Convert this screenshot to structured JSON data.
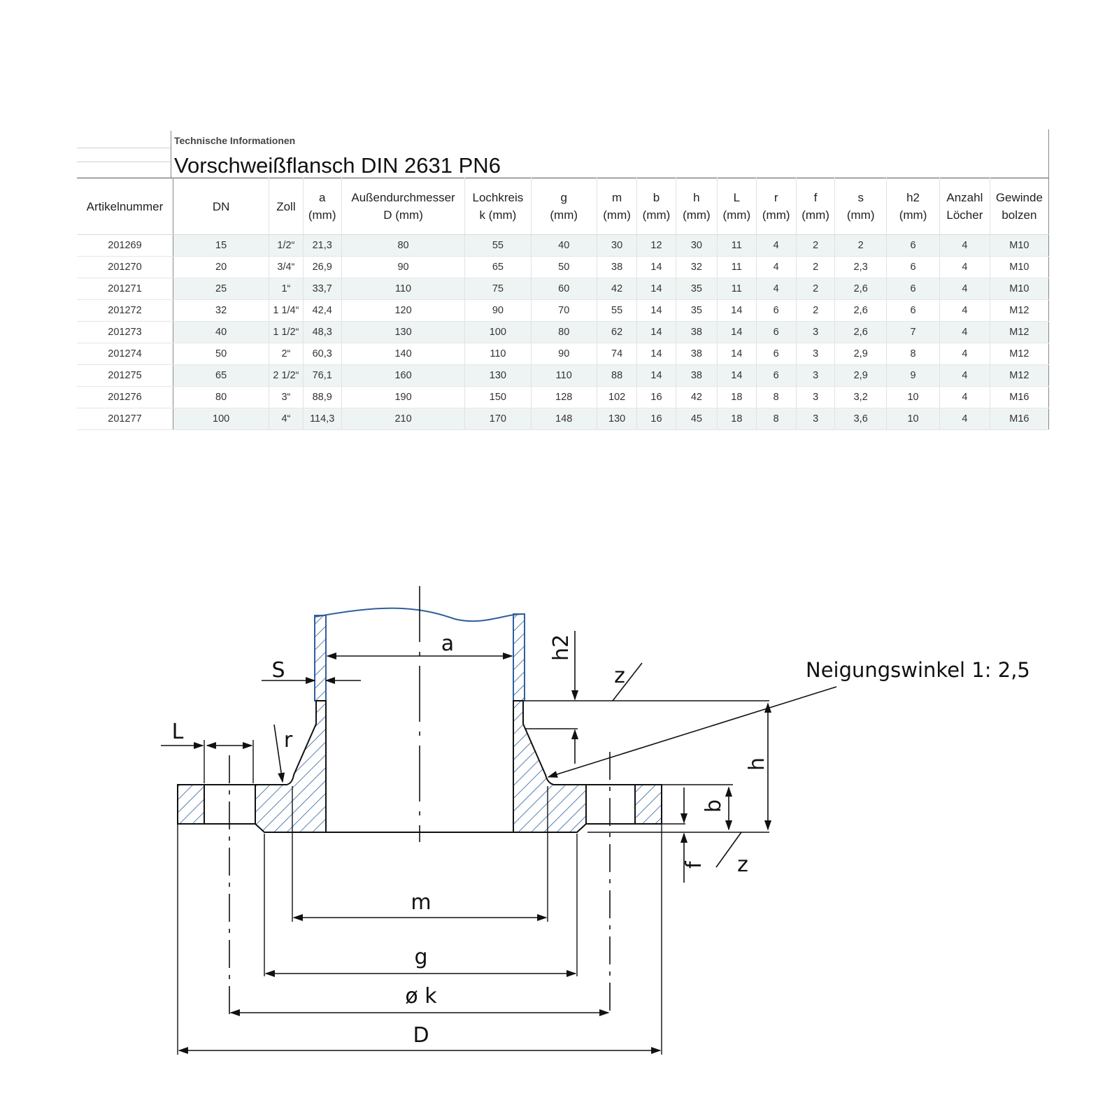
{
  "header": {
    "subtitle": "Technische Informationen",
    "title": "Vorschweißflansch DIN 2631 PN6"
  },
  "table": {
    "columns": [
      [
        "Artikelnummer"
      ],
      [
        "DN"
      ],
      [
        "Zoll"
      ],
      [
        "a",
        "(mm)"
      ],
      [
        "Außendurchmesser",
        "D (mm)"
      ],
      [
        "Lochkreis",
        "k (mm)"
      ],
      [
        "g",
        "(mm)"
      ],
      [
        "m",
        "(mm)"
      ],
      [
        "b",
        "(mm)"
      ],
      [
        "h",
        "(mm)"
      ],
      [
        "L",
        "(mm)"
      ],
      [
        "r",
        "(mm)"
      ],
      [
        "f",
        "(mm)"
      ],
      [
        "s",
        "(mm)"
      ],
      [
        "h2",
        "(mm)"
      ],
      [
        "Anzahl",
        "Löcher"
      ],
      [
        "Gewinde",
        "bolzen"
      ]
    ],
    "rows": [
      [
        "201269",
        "15",
        "1/2“",
        "21,3",
        "80",
        "55",
        "40",
        "30",
        "12",
        "30",
        "11",
        "4",
        "2",
        "2",
        "6",
        "4",
        "M10"
      ],
      [
        "201270",
        "20",
        "3/4“",
        "26,9",
        "90",
        "65",
        "50",
        "38",
        "14",
        "32",
        "11",
        "4",
        "2",
        "2,3",
        "6",
        "4",
        "M10"
      ],
      [
        "201271",
        "25",
        "1“",
        "33,7",
        "110",
        "75",
        "60",
        "42",
        "14",
        "35",
        "11",
        "4",
        "2",
        "2,6",
        "6",
        "4",
        "M10"
      ],
      [
        "201272",
        "32",
        "1 1/4“",
        "42,4",
        "120",
        "90",
        "70",
        "55",
        "14",
        "35",
        "14",
        "6",
        "2",
        "2,6",
        "6",
        "4",
        "M12"
      ],
      [
        "201273",
        "40",
        "1 1/2“",
        "48,3",
        "130",
        "100",
        "80",
        "62",
        "14",
        "38",
        "14",
        "6",
        "3",
        "2,6",
        "7",
        "4",
        "M12"
      ],
      [
        "201274",
        "50",
        "2“",
        "60,3",
        "140",
        "110",
        "90",
        "74",
        "14",
        "38",
        "14",
        "6",
        "3",
        "2,9",
        "8",
        "4",
        "M12"
      ],
      [
        "201275",
        "65",
        "2 1/2“",
        "76,1",
        "160",
        "130",
        "110",
        "88",
        "14",
        "38",
        "14",
        "6",
        "3",
        "2,9",
        "9",
        "4",
        "M12"
      ],
      [
        "201276",
        "80",
        "3“",
        "88,9",
        "190",
        "150",
        "128",
        "102",
        "16",
        "42",
        "18",
        "8",
        "3",
        "3,2",
        "10",
        "4",
        "M16"
      ],
      [
        "201277",
        "100",
        "4“",
        "114,3",
        "210",
        "170",
        "148",
        "130",
        "16",
        "45",
        "18",
        "8",
        "3",
        "3,6",
        "10",
        "4",
        "M16"
      ]
    ]
  },
  "drawing": {
    "labels": {
      "a": "a",
      "S": "S",
      "h2": "h2",
      "z_top": "z",
      "L": "L",
      "r": "r",
      "h": "h",
      "b": "b",
      "f": "f",
      "z_bottom": "z",
      "m": "m",
      "g": "g",
      "k": "ø k",
      "D": "D",
      "neigung": "Neigungswinkel 1: 2,5"
    },
    "hatch_color": "#2f5f9e",
    "line_color": "#111111"
  }
}
